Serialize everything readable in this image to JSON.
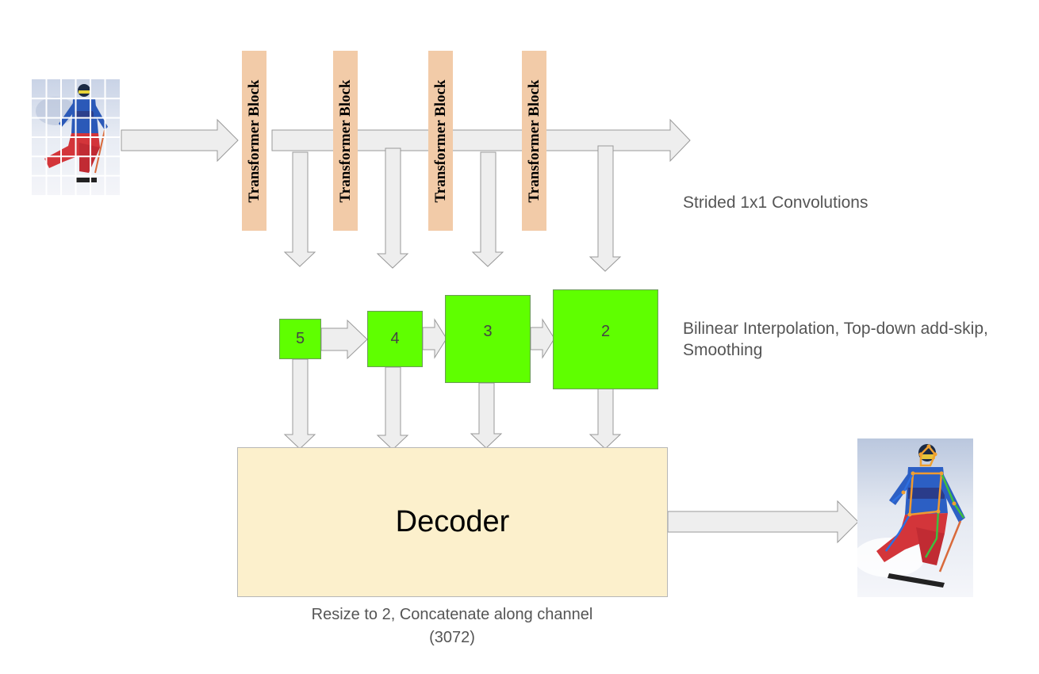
{
  "transformer_blocks": [
    {
      "label": "Transformer Block"
    },
    {
      "label": "Transformer Block"
    },
    {
      "label": "Transformer Block"
    },
    {
      "label": "Transformer Block"
    }
  ],
  "feature_maps": [
    {
      "label": "5"
    },
    {
      "label": "4"
    },
    {
      "label": "3"
    },
    {
      "label": "2"
    }
  ],
  "decoder": {
    "label": "Decoder"
  },
  "annotations": {
    "strided": "Strided 1x1 Convolutions",
    "bilinear_line1": "Bilinear Interpolation, Top-down add-skip,",
    "bilinear_line2": "Smoothing",
    "resize_line1": "Resize to 2, Concatenate along channel",
    "resize_line2": "(3072)"
  },
  "colors": {
    "transformer_block": "#f2cba8",
    "feature_map": "#5fff00",
    "decoder": "#fcf0cc",
    "arrow_fill": "#eeeeee",
    "arrow_stroke": "#999999"
  },
  "images": {
    "input": {
      "subject": "skier photo divided into patch grid",
      "icon": "skier-patch-grid"
    },
    "output": {
      "subject": "skier photo with pose keypoint skeleton overlay",
      "icon": "skier-pose"
    }
  }
}
